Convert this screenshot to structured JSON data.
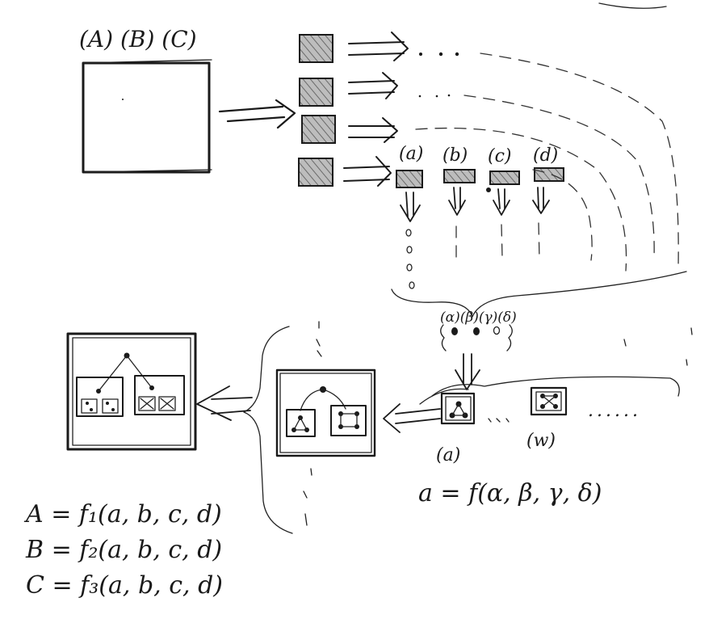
{
  "input_labels": "(A) (B) (C)",
  "feature_labels": [
    "(a)",
    "(b)",
    "(c)",
    "(d)"
  ],
  "aggregated_labels": "(α)(β)(γ)(δ)",
  "ellipsis_row": "......",
  "graph_labels": {
    "first": "(a)",
    "last": "(w)"
  },
  "equation_local": "a = f(α, β, γ, δ)",
  "equations": [
    "A = f₁(a, b, c, d)",
    "B = f₂(a, b, c, d)",
    "C = f₃(a, b, c, d)"
  ]
}
